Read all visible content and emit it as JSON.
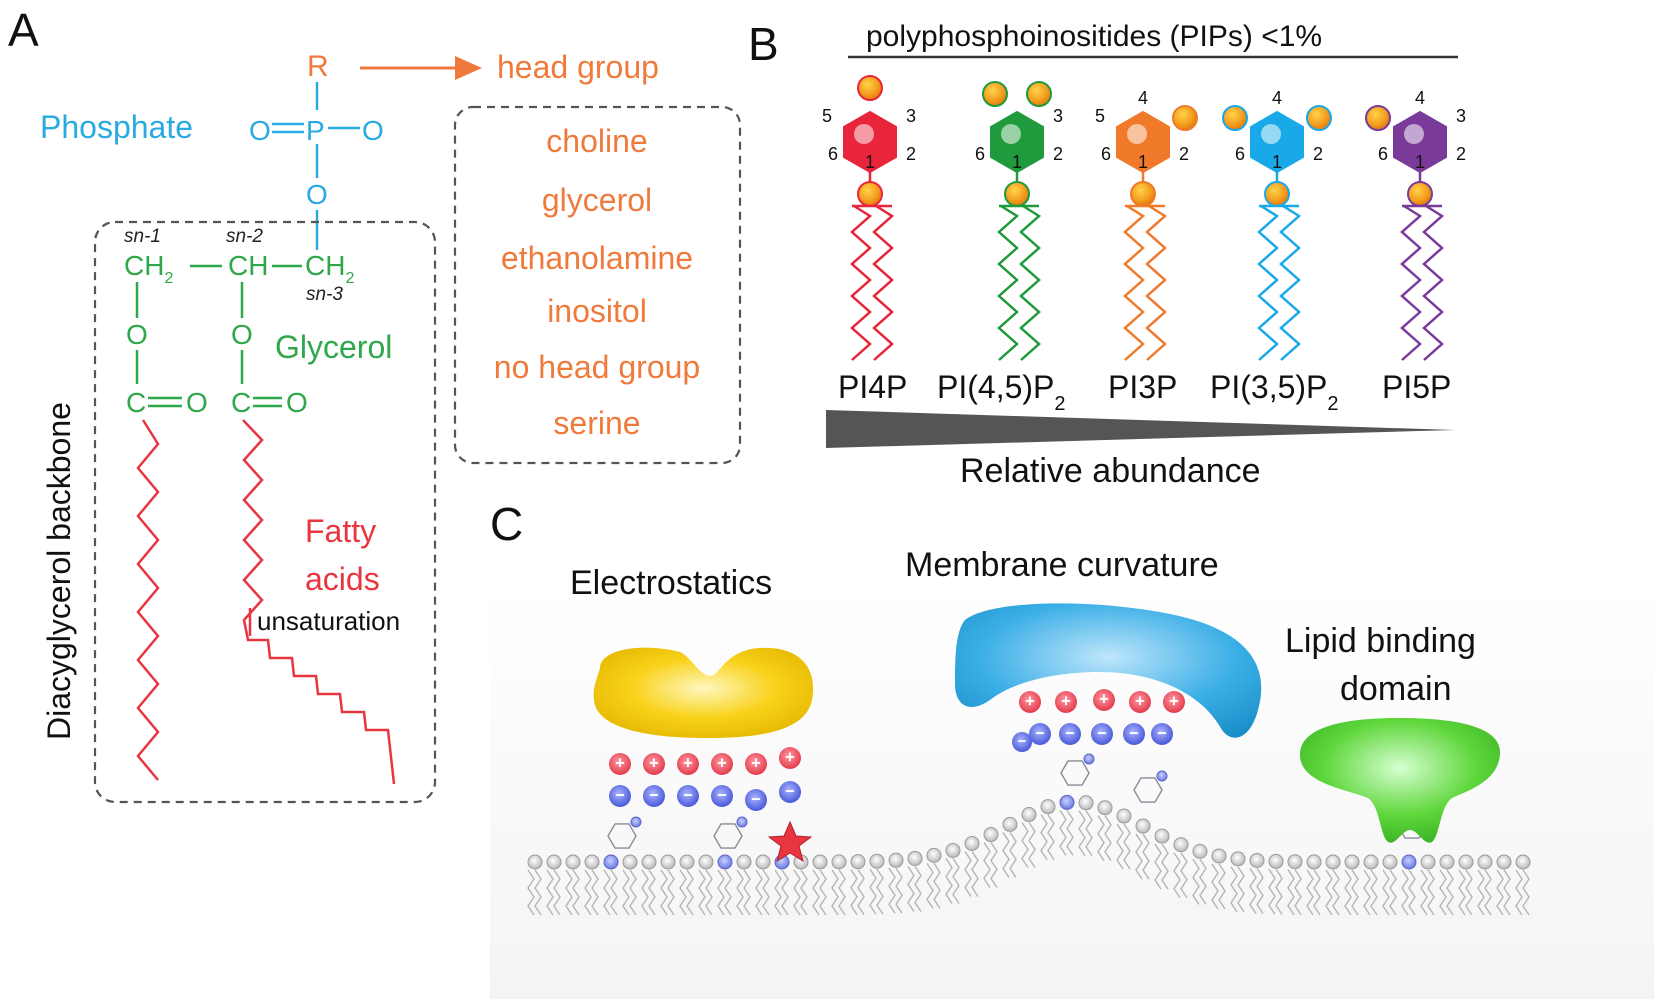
{
  "panel_a": {
    "letter": "A",
    "r_label": "R",
    "head_group_label": "head group",
    "head_groups": [
      "choline",
      "glycerol",
      "ethanolamine",
      "inositol",
      "no head group",
      "serine"
    ],
    "phosphate_label": "Phosphate",
    "atom_o": "O",
    "atom_p": "P",
    "atom_c": "C",
    "ch2": "CH",
    "ch": "CH",
    "sub2": "2",
    "sn1": "sn-1",
    "sn2": "sn-2",
    "sn3": "sn-3",
    "glycerol_label": "Glycerol",
    "fatty_label_1": "Fatty",
    "fatty_label_2": "acids",
    "unsaturation_label": "unsaturation",
    "backbone_label": "Diacyglycerol backbone"
  },
  "panel_b": {
    "letter": "B",
    "title": "polyphosphoinositides (PIPs) <1%",
    "abundance_label": "Relative abundance",
    "pips": [
      {
        "name": "PI4P",
        "sub": "",
        "color": "#e8253a",
        "labels": [
          "5",
          "3",
          "6",
          "1",
          "2"
        ]
      },
      {
        "name": "PI(4,5)P",
        "sub": "2",
        "color": "#1f9a3c",
        "labels": [
          "3",
          "6",
          "1",
          "2"
        ]
      },
      {
        "name": "PI3P",
        "sub": "",
        "color": "#f07a2a",
        "labels": [
          "4",
          "5",
          "6",
          "1",
          "2"
        ]
      },
      {
        "name": "PI(3,5)P",
        "sub": "2",
        "color": "#19a9e8",
        "labels": [
          "4",
          "6",
          "1",
          "2"
        ]
      },
      {
        "name": "PI5P",
        "sub": "",
        "color": "#7a3a9a",
        "labels": [
          "4",
          "3",
          "6",
          "1",
          "2"
        ]
      }
    ]
  },
  "panel_c": {
    "letter": "C",
    "electrostatics_label": "Electrostatics",
    "curvature_label": "Membrane curvature",
    "lipid_binding_label_1": "Lipid binding",
    "lipid_binding_label_2": "domain",
    "plus": "+",
    "minus": "−"
  },
  "colors": {
    "orange": "#f07a3c",
    "blue": "#29aae1",
    "green": "#2ea84a",
    "red": "#e8353f",
    "gray": "#555555"
  }
}
